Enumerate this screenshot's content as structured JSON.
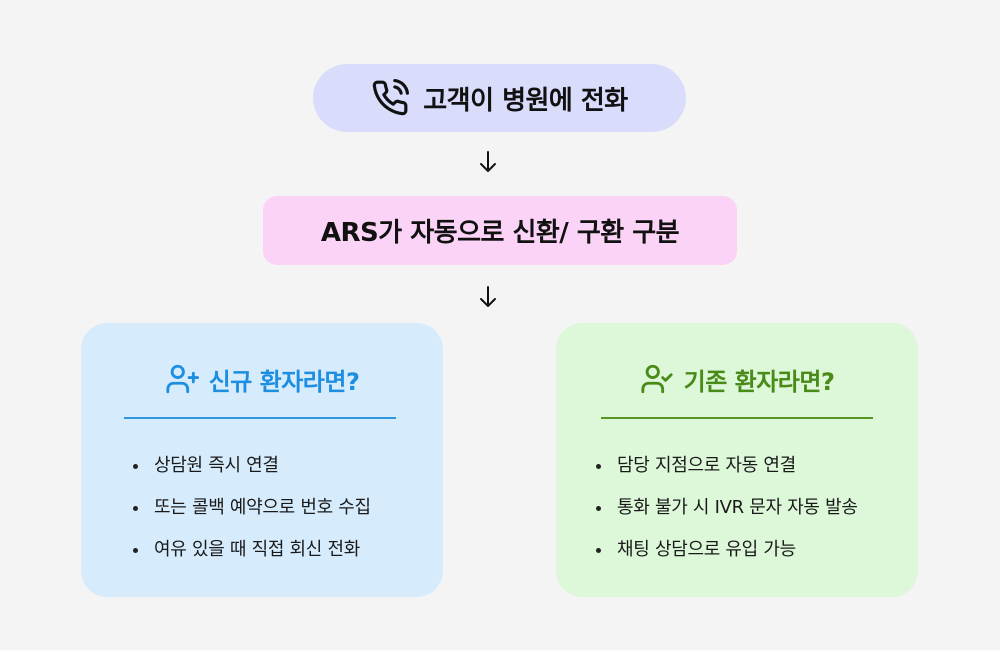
{
  "flow": {
    "step1": {
      "label": "고객이 병원에 전화",
      "icon": "phone-call-icon"
    },
    "step2": {
      "label": "ARS가 자동으로 신환/ 구환 구분"
    }
  },
  "cards": {
    "new_patient": {
      "title": "신규 환자라면?",
      "icon": "user-plus-icon",
      "accent": "#1d8ee0",
      "background": "#d6ecfd",
      "items": [
        "상담원 즉시 연결",
        "또는 콜백 예약으로 번호 수집",
        "여유 있을 때 직접 회신 전화"
      ]
    },
    "existing_patient": {
      "title": "기존 환자라면?",
      "icon": "user-check-icon",
      "accent": "#4a8a18",
      "background": "#dcf8d9",
      "items": [
        "담당 지점으로 자동 연결",
        "통화 불가 시 IVR 문자 자동 발송",
        "채팅 상담으로 유입 가능"
      ]
    }
  },
  "colors": {
    "page_background": "#f4f4f5",
    "step1_background": "#d9dcfb",
    "step2_background": "#fbd3f6"
  }
}
